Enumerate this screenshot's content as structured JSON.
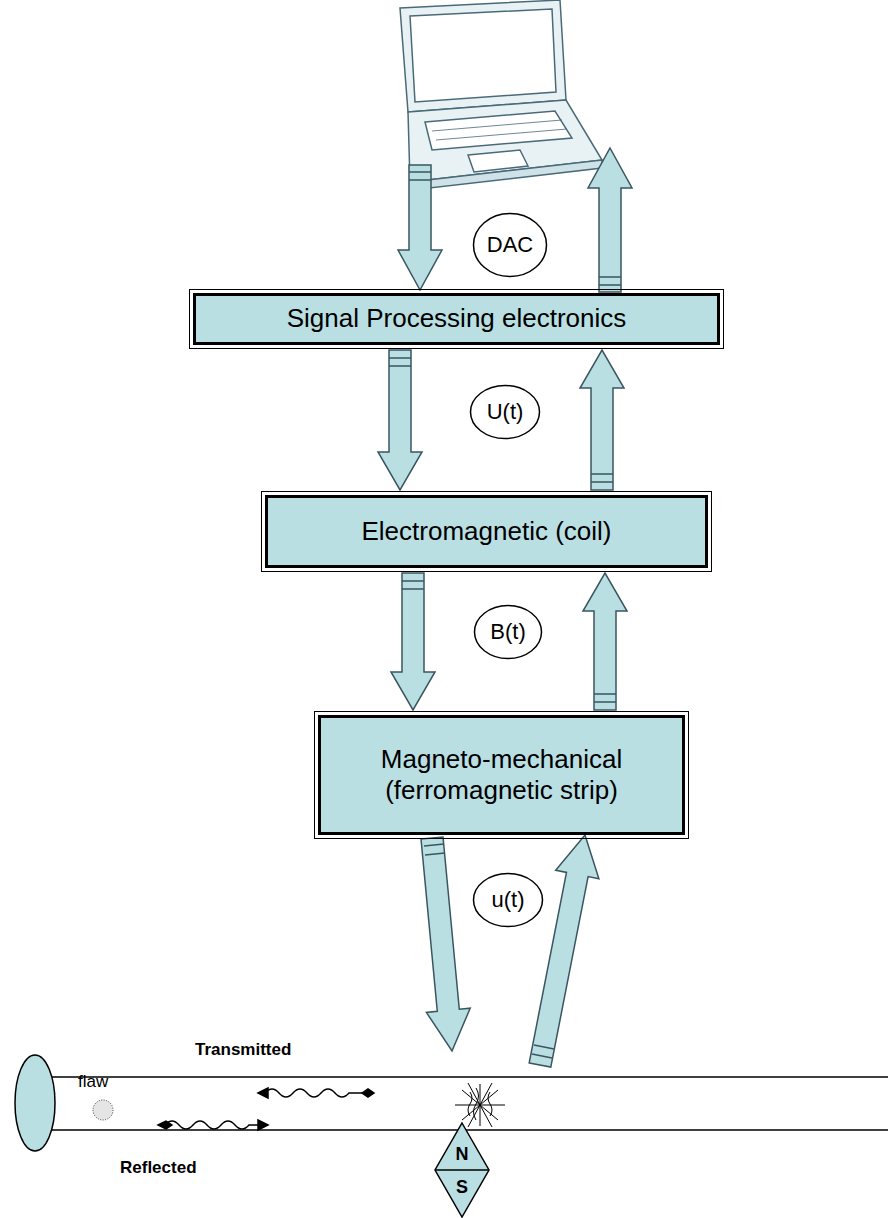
{
  "diagram": {
    "nodes": [
      {
        "text": [
          "DAC"
        ]
      },
      {
        "text": [
          "Signal Processing electronics"
        ]
      },
      {
        "text": [
          "U(t)"
        ]
      },
      {
        "text": [
          "Electromagnetic (coil)"
        ]
      },
      {
        "text": [
          "B(t)"
        ]
      },
      {
        "text": [
          "Magneto-mechanical (ferromagnetic strip)"
        ]
      },
      {
        "text": [
          "u(t)"
        ]
      },
      {
        "text": [
          "N",
          "S"
        ]
      }
    ],
    "edges": [
      {
        "from": 1,
        "to": 3,
        "arrow": "to"
      },
      {
        "from": 3,
        "to": 1,
        "arrow": "to"
      },
      {
        "from": 3,
        "to": 5,
        "arrow": "to"
      },
      {
        "from": 5,
        "to": 3,
        "arrow": "to"
      }
    ],
    "labels": [
      "Transmitted",
      "flaw",
      "Reflected"
    ]
  }
}
